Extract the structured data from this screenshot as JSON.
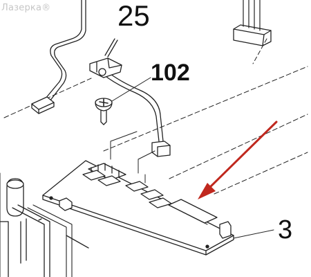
{
  "watermark": "Лазерка®",
  "callouts": {
    "cable": "25",
    "screw": "102",
    "board": "3"
  },
  "colors": {
    "line": "#222222",
    "arrow": "#c0281e",
    "background": "#ffffff"
  }
}
